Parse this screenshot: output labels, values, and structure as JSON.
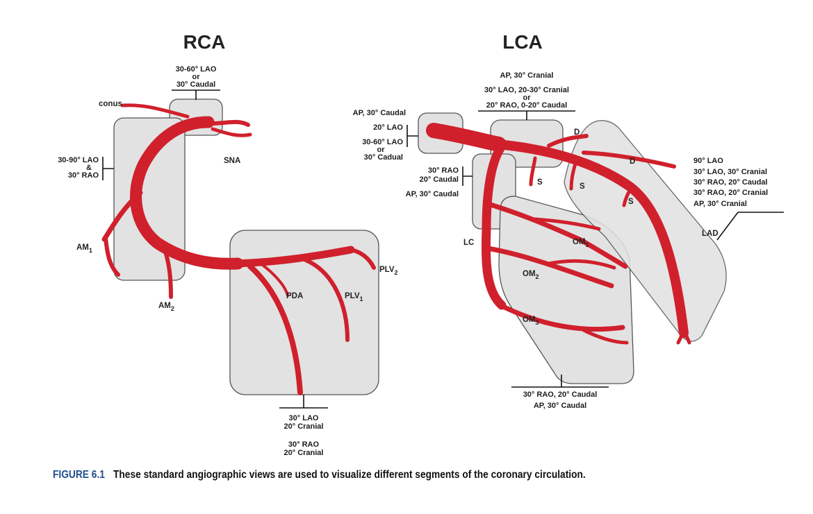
{
  "rca": {
    "title": "RCA",
    "view_top": [
      "30-60° LAO",
      "or",
      "30° Caudal"
    ],
    "view_left": [
      "30-90° LAO",
      "&",
      "30° RAO"
    ],
    "view_bottom_1": [
      "30° LAO",
      "20° Cranial"
    ],
    "view_bottom_2": [
      "30° RAO",
      "20° Cranial"
    ],
    "vessels": {
      "conus": "conus",
      "sna": "SNA",
      "am1": "AM",
      "am1_sub": "1",
      "am2": "AM",
      "am2_sub": "2",
      "pda": "PDA",
      "plv1": "PLV",
      "plv1_sub": "1",
      "plv2": "PLV",
      "plv2_sub": "2"
    }
  },
  "lca": {
    "title": "LCA",
    "view_top": [
      "AP, 30° Cranial",
      "30° LAO, 20-30° Cranial",
      "or",
      "20° RAO, 0-20° Caudal"
    ],
    "view_left": [
      "AP, 30° Caudal",
      "20° LAO",
      "30-60° LAO",
      "or",
      "30° Cadual"
    ],
    "view_mid_left": [
      "30° RAO",
      "20° Caudal",
      "AP, 30° Caudal"
    ],
    "view_right": [
      "90° LAO",
      "30° LAO, 30° Cranial",
      "30° RAO, 20° Caudal",
      "30° RAO, 20° Cranial",
      "AP, 30° Cranial"
    ],
    "view_bottom": [
      "30° RAO, 20° Caudal",
      "AP, 30° Caudal"
    ],
    "vessels": {
      "d1": "D",
      "d2": "D",
      "s1": "S",
      "s2": "S",
      "s3": "S",
      "lad": "LAD",
      "lc": "LC",
      "om1": "OM",
      "om1_sub": "1",
      "om2": "OM",
      "om2_sub": "2",
      "om3": "OM",
      "om3_sub": "3"
    }
  },
  "caption": {
    "number": "FIGURE 6.1",
    "text": "These standard angiographic views are used to visualize different segments of the coronary circulation."
  },
  "colors": {
    "vessel": "#d0202c",
    "box_fill": "#e2e2e2",
    "caption_number": "#1f4e8c"
  }
}
